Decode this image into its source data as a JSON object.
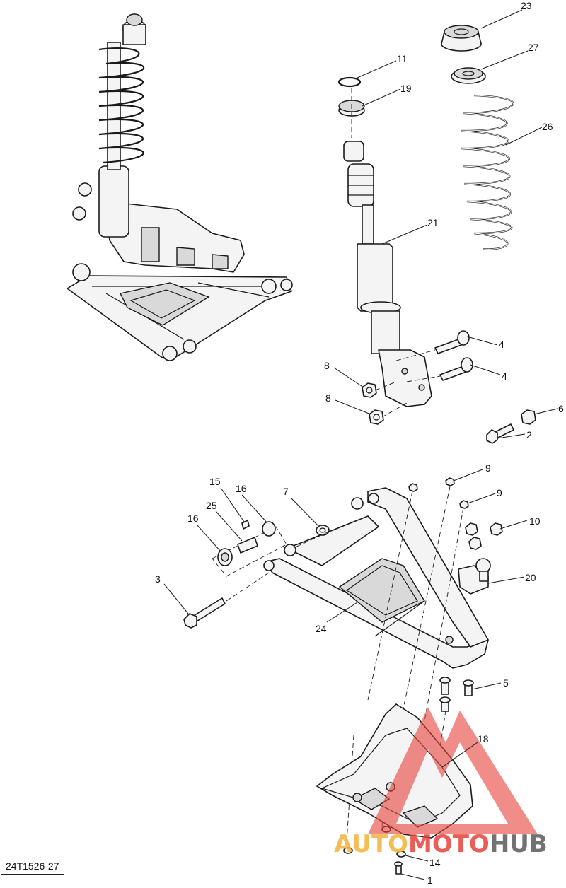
{
  "diagram": {
    "reference_code": "24T1526-27",
    "callouts": [
      {
        "id": "c23",
        "label": "23"
      },
      {
        "id": "c27",
        "label": "27"
      },
      {
        "id": "c11",
        "label": "11"
      },
      {
        "id": "c19",
        "label": "19"
      },
      {
        "id": "c26",
        "label": "26"
      },
      {
        "id": "c21",
        "label": "21"
      },
      {
        "id": "c4a",
        "label": "4"
      },
      {
        "id": "c4b",
        "label": "4"
      },
      {
        "id": "c8a",
        "label": "8"
      },
      {
        "id": "c8b",
        "label": "8"
      },
      {
        "id": "c6",
        "label": "6"
      },
      {
        "id": "c2",
        "label": "2"
      },
      {
        "id": "c9a",
        "label": "9"
      },
      {
        "id": "c9b",
        "label": "9"
      },
      {
        "id": "c15",
        "label": "15"
      },
      {
        "id": "c16a",
        "label": "16"
      },
      {
        "id": "c7",
        "label": "7"
      },
      {
        "id": "c25",
        "label": "25"
      },
      {
        "id": "c16b",
        "label": "16"
      },
      {
        "id": "c10",
        "label": "10"
      },
      {
        "id": "c20",
        "label": "20"
      },
      {
        "id": "c3",
        "label": "3"
      },
      {
        "id": "c24",
        "label": "24"
      },
      {
        "id": "c5",
        "label": "5"
      },
      {
        "id": "c18",
        "label": "18"
      },
      {
        "id": "c14",
        "label": "14"
      },
      {
        "id": "c1",
        "label": "1"
      }
    ]
  },
  "watermark": {
    "part1": "AUTO",
    "part2": "MOTO",
    "part3": "HUB",
    "colors": {
      "auto": "#f2b23a",
      "moto": "#e8423a",
      "hub": "#5a5a5a",
      "logo": "#e8423a"
    }
  }
}
